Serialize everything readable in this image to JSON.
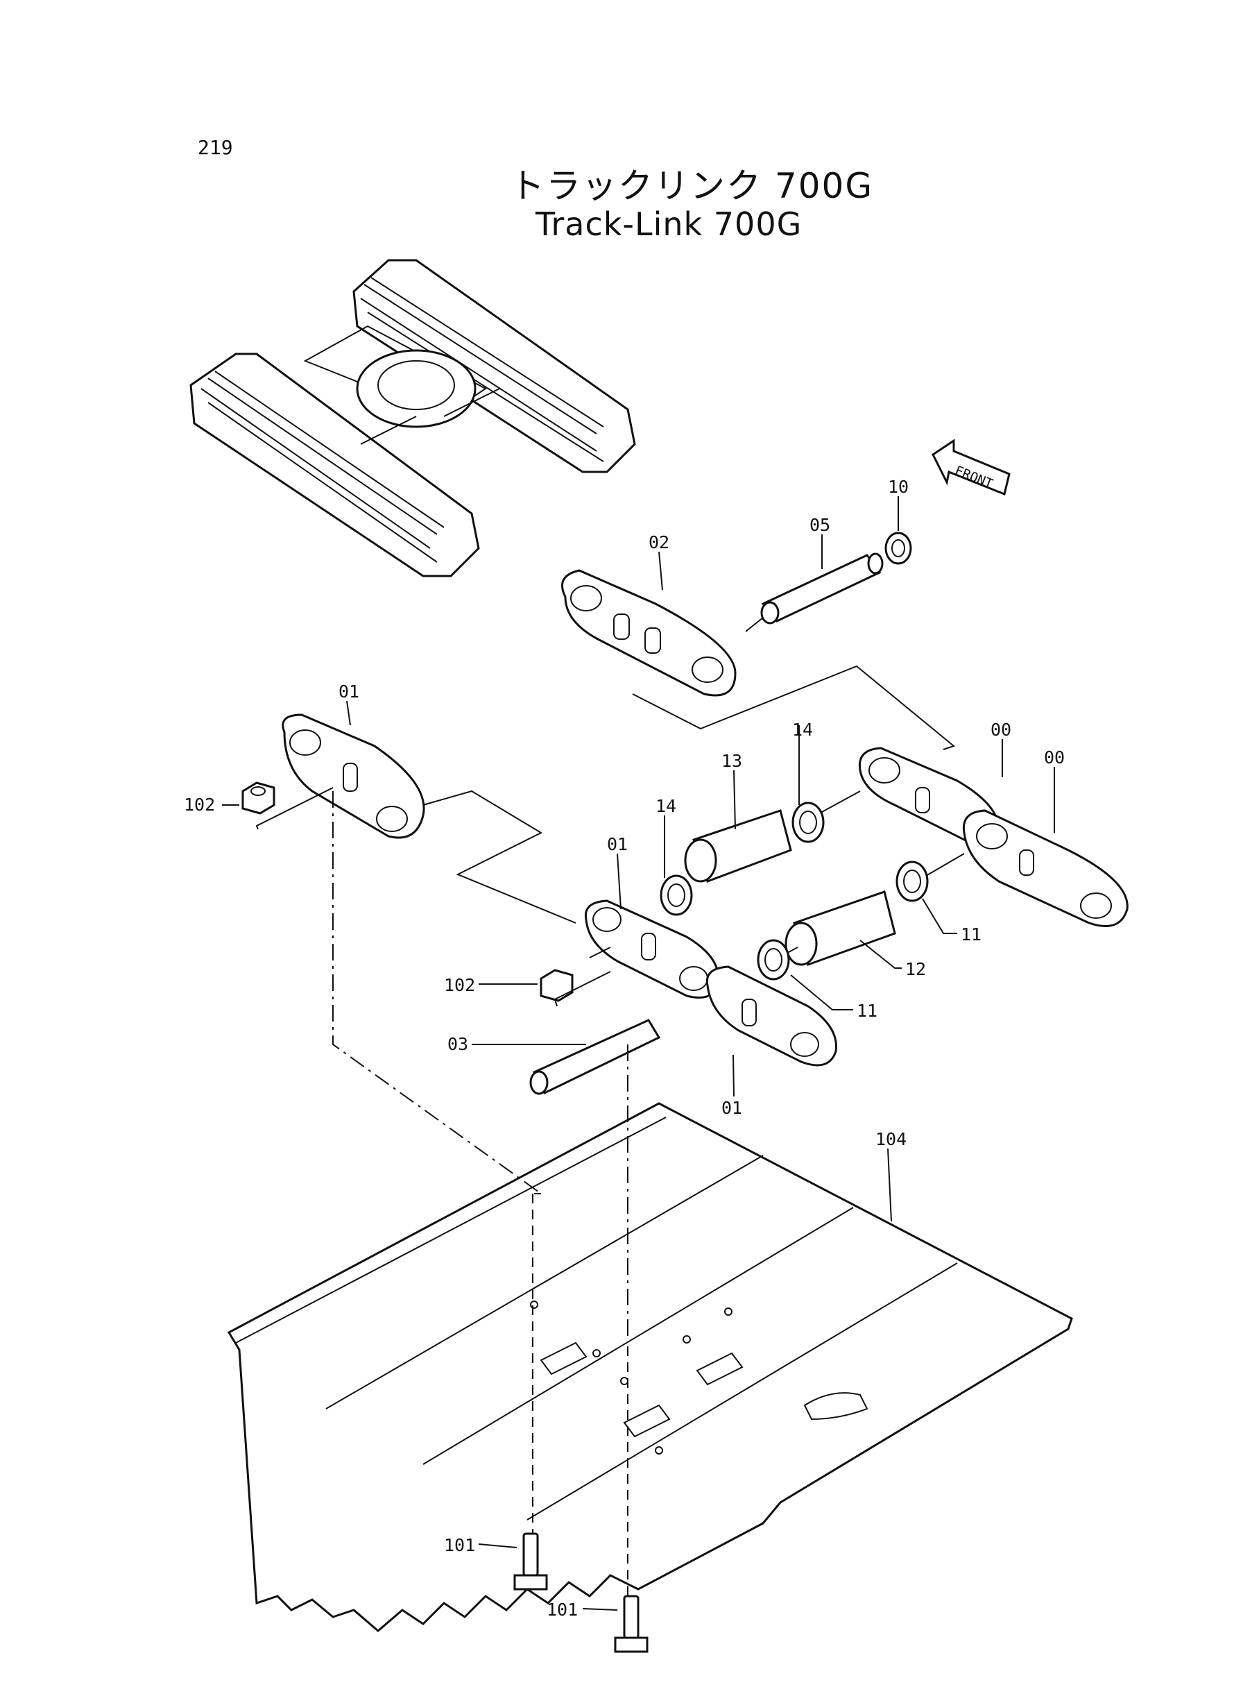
{
  "page_number": "219",
  "title_jp": "トラックリンク 700G",
  "title_en": "Track-Link 700G",
  "front_arrow_label": "FRONT",
  "callouts": {
    "p00a": "00",
    "p00b": "00",
    "p01a": "01",
    "p01b": "01",
    "p01c": "01",
    "p02": "02",
    "p03": "03",
    "p05": "05",
    "p10": "10",
    "p11a": "11",
    "p11b": "11",
    "p12": "12",
    "p13": "13",
    "p14a": "14",
    "p14b": "14",
    "p101a": "101",
    "p101b": "101",
    "p102a": "102",
    "p102b": "102",
    "p104": "104"
  }
}
